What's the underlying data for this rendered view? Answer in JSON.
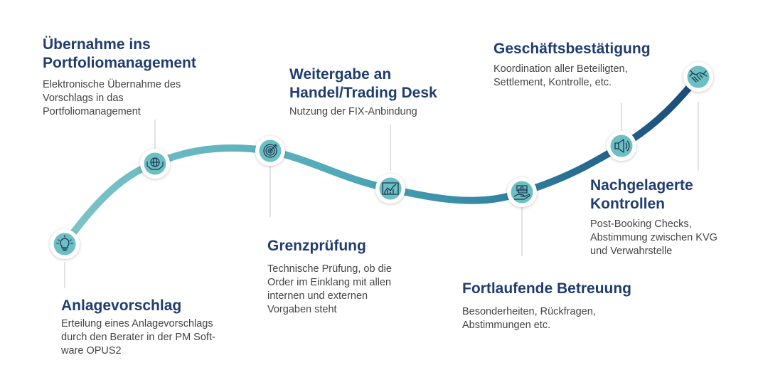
{
  "colors": {
    "title": "#1f3d6e",
    "text": "#444444",
    "teal_light": "#7cc4c8",
    "teal_mid": "#3c9fb2",
    "navy": "#1a4a78",
    "icon_fill": "#6cbfc2",
    "connector": "#cfcfcf"
  },
  "steps": [
    {
      "title": "Anlagevorschlag",
      "description": "Erteilung eines Anlagevorschlags\ndurch den Berater in der PM Soft-\nware OPUS2",
      "icon": "lightbulb-icon"
    },
    {
      "title": "Übernahme ins\nPortfoliomanagement",
      "description": "Elektronische Übernahme des\nVorschlags in das\nPortfoliomanagement",
      "icon": "globe-hands-icon"
    },
    {
      "title": "Grenzprüfung",
      "description": "Technische Prüfung, ob die\nOrder im Einklang mit allen\ninternen und externen\nVorgaben steht",
      "icon": "target-icon"
    },
    {
      "title": "Weitergabe an\nHandel/Trading Desk",
      "description": "Nutzung der FIX-Anbindung",
      "icon": "line-chart-icon"
    },
    {
      "title": "Fortlaufende Betreuung",
      "description": "Besonderheiten, Rückfragen,\nAbstimmungen etc.",
      "icon": "hand-money-icon"
    },
    {
      "title": "Nachgelagerte\nKontrollen",
      "description": "Post-Booking Checks,\nAbstimmung zwischen KVG\nund Verwahrstelle",
      "icon": "speaker-icon"
    },
    {
      "title": "Geschäftsbestätigung",
      "description": "Koordination aller Beteiligten,\nSettlement, Kontrolle, etc.",
      "icon": "handshake-icon"
    }
  ]
}
